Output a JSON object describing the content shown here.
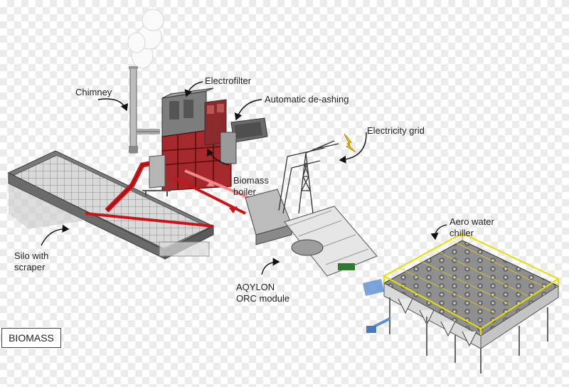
{
  "labels": {
    "chimney": "Chimney",
    "electrofilter": "Electrofilter",
    "deashing": "Automatic de-ashing",
    "grid": "Electricity grid",
    "boiler_1": "Biomass",
    "boiler_2": "boiler",
    "silo_1": "Silo with",
    "silo_2": "scraper",
    "aero_1": "Aero water",
    "aero_2": "chiller",
    "orc_1": "AQYLON",
    "orc_2": "ORC module"
  },
  "badge": "BIOMASS",
  "colors": {
    "pipe_red": "#c8141a",
    "frame_yellow": "#e6e000",
    "equipment_gray": "#8a8a8a",
    "lightning": "#f5c400",
    "water_blue": "#5b8fd6"
  }
}
